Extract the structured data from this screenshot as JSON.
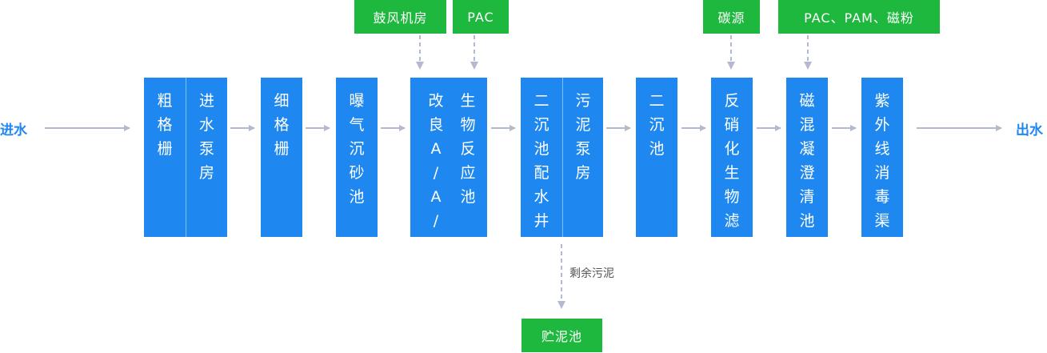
{
  "inlet": "进水",
  "outlet": "出水",
  "process_boxes": [
    {
      "id": "coarse-screen",
      "columns": [
        "粗格栅",
        "进水泵房"
      ]
    },
    {
      "id": "fine-screen",
      "columns": [
        "细格栅"
      ]
    },
    {
      "id": "aerated-grit",
      "columns": [
        "曝气沉砂池"
      ]
    },
    {
      "id": "bio-reactor",
      "columns": [
        "改良A/A/O",
        "生物反应池"
      ]
    },
    {
      "id": "secondary-distribution",
      "columns": [
        "二沉池配水井",
        "污泥泵房"
      ]
    },
    {
      "id": "secondary-clarifier",
      "columns": [
        "二沉池"
      ]
    },
    {
      "id": "denitrification-filter",
      "columns": [
        "反硝化生物滤池"
      ]
    },
    {
      "id": "magnetic-coagulation",
      "columns": [
        "磁混凝澄清池"
      ]
    },
    {
      "id": "uv-channel",
      "columns": [
        "紫外线消毒渠"
      ]
    }
  ],
  "inputs": {
    "blower": "鼓风机房",
    "pac1": "PAC",
    "carbon": "碳源",
    "chemicals": "PAC、PAM、磁粉"
  },
  "sludge": {
    "label": "剩余污泥",
    "tank": "贮泥池"
  },
  "colors": {
    "process_blue": "#1e88f0",
    "input_green": "#1fb83f",
    "arrow_gray": "#b3b9d1"
  }
}
